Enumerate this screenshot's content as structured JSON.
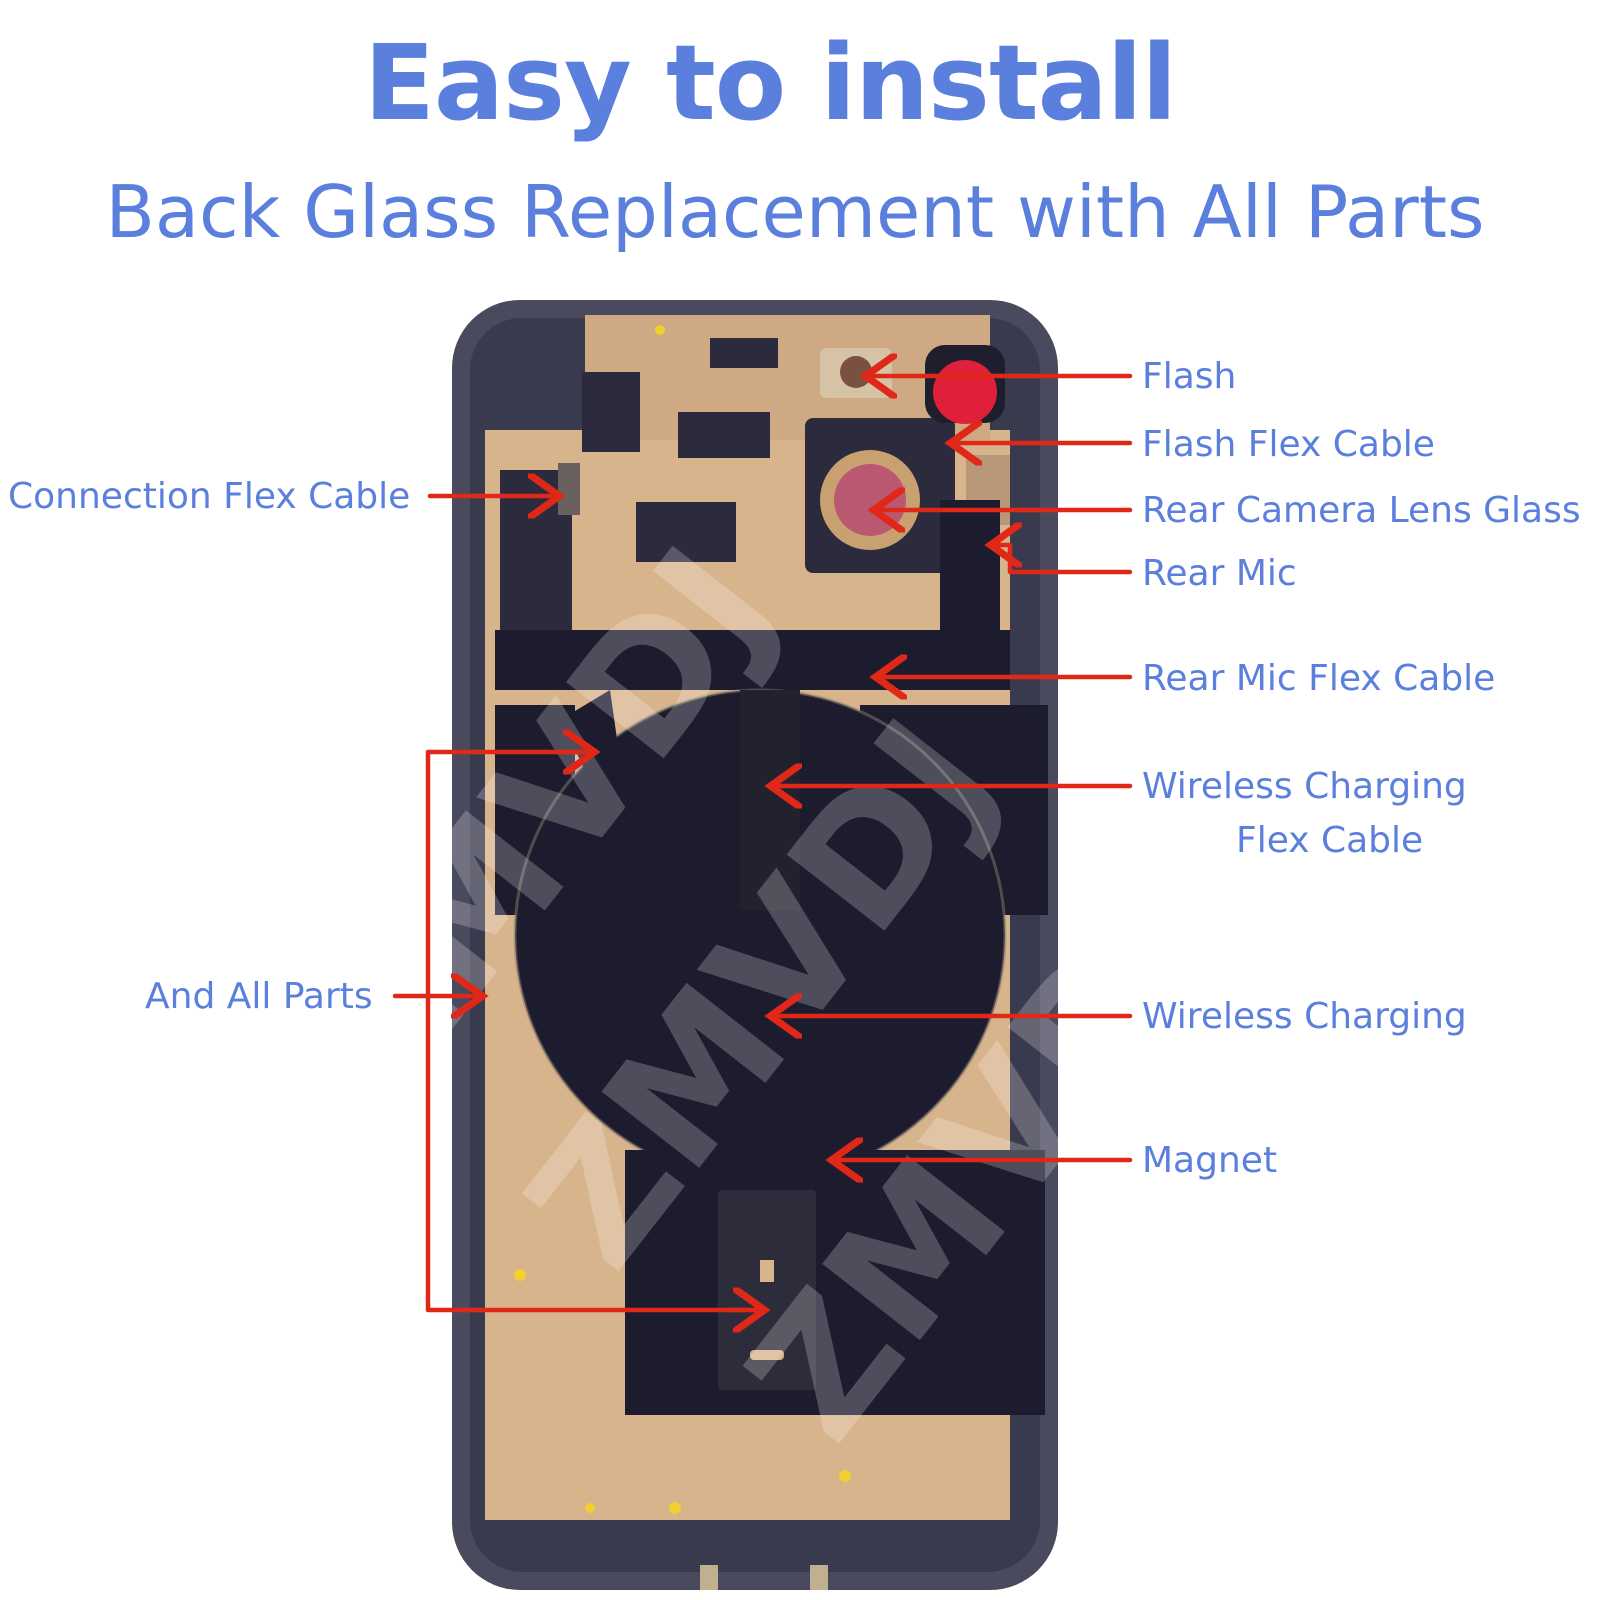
{
  "header": {
    "title": "Easy to install",
    "subtitle": "Back Glass Replacement with All Parts"
  },
  "callouts": {
    "flash": "Flash",
    "flash_flex_cable": "Flash Flex Cable",
    "rear_camera_lens_glass": "Rear Camera Lens Glass",
    "rear_mic": "Rear Mic",
    "rear_mic_flex_cable": "Rear Mic Flex Cable",
    "wireless_charging_flex_cable_line1": "Wireless Charging",
    "wireless_charging_flex_cable_line2": "Flex Cable",
    "wireless_charging": "Wireless Charging",
    "magnet": "Magnet",
    "connection_flex_cable": "Connection Flex Cable",
    "and_all_parts": "And All Parts"
  },
  "watermark": "ZMVDJ",
  "colors": {
    "heading": "#5b7fdc",
    "arrow": "#e02818",
    "phone_frame": "#4a4a5e",
    "gold_plate": "#d8b48c",
    "black_coil": "#1c1c2e"
  }
}
